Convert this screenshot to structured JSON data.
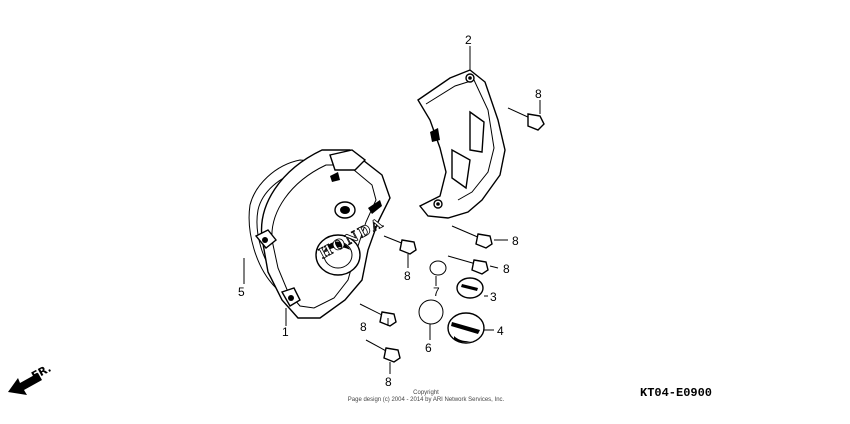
{
  "callouts": {
    "c1": "1",
    "c2": "2",
    "c3": "3",
    "c4": "4",
    "c5": "5",
    "c6": "6",
    "c7": "7",
    "c8a": "8",
    "c8b": "8",
    "c8c": "8",
    "c8d": "8",
    "c8e": "8",
    "c8f": "8"
  },
  "cover_brand": "HONDA",
  "direction_label": "FR.",
  "copyright": {
    "line1": "Copyright",
    "line2": "Page design (c) 2004 - 2014 by ARI Network Services, Inc."
  },
  "diagram_code": "KT04-E0900"
}
